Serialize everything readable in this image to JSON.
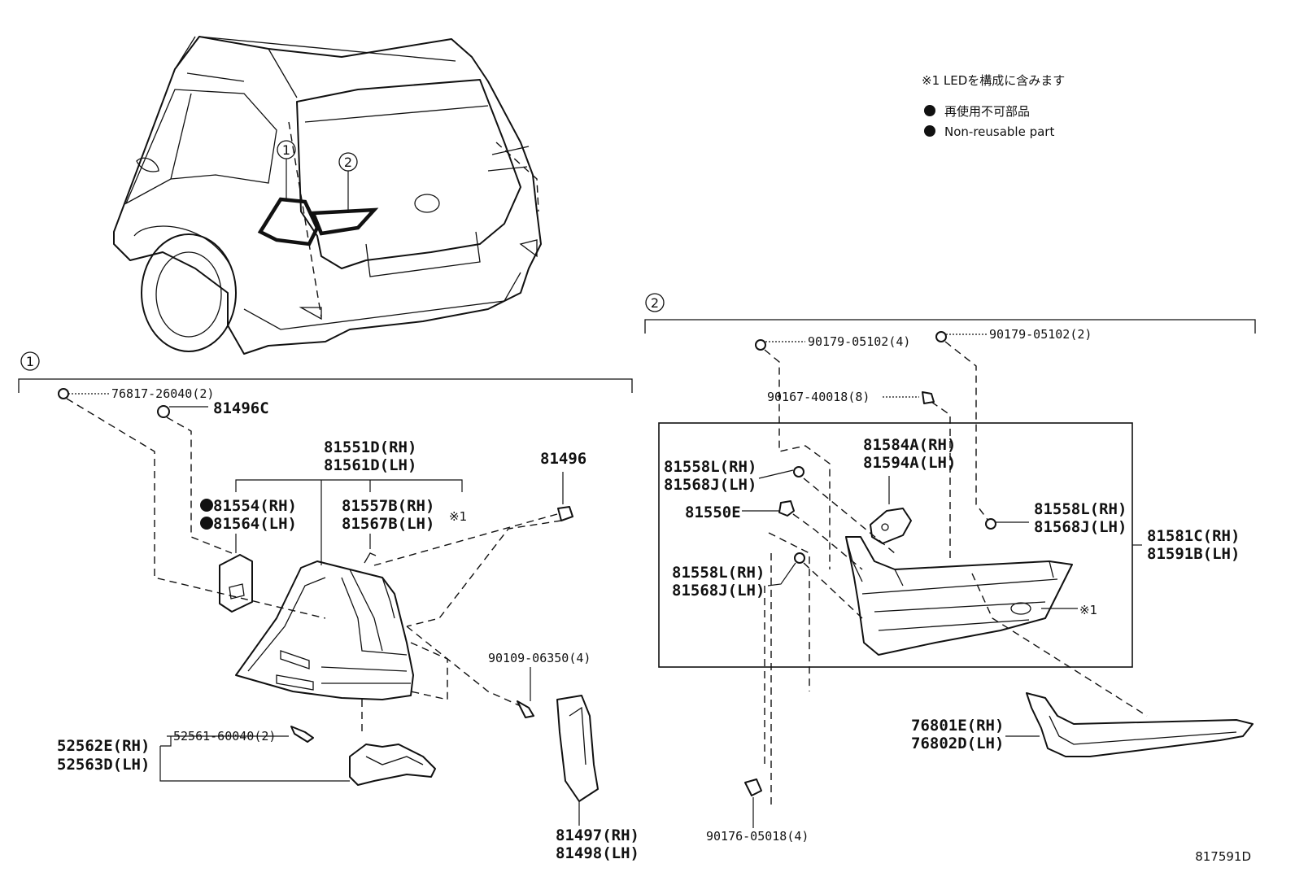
{
  "legend": {
    "note1": "※1 LEDを構成に含みます",
    "nonreusable_ja": "再使用不可部品",
    "nonreusable_en": "Non-reusable part"
  },
  "callouts": {
    "c1": "1",
    "c2": "2"
  },
  "sec1": {
    "p_76817": "76817-26040(2)",
    "p_81496C": "81496C",
    "p_81551D": "81551D(RH)",
    "p_81561D": "81561D(LH)",
    "p_81554": "81554(RH)",
    "p_81564": "81564(LH)",
    "p_81557B": "81557B(RH)",
    "p_81567B": "81567B(LH)",
    "note_x1": "※1",
    "p_81496": "81496",
    "p_90109": "90109-06350(4)",
    "p_52561": "52561-60040(2)",
    "p_52562E": "52562E(RH)",
    "p_52563D": "52563D(LH)",
    "p_81497": "81497(RH)",
    "p_81498": "81498(LH)"
  },
  "sec2": {
    "p_90179a": "90179-05102(4)",
    "p_90179b": "90179-05102(2)",
    "p_90167": "90167-40018(8)",
    "p_81584A": "81584A(RH)",
    "p_81594A": "81594A(LH)",
    "p_81558L_a": "81558L(RH)",
    "p_81568J_a": "81568J(LH)",
    "p_81550E": "81550E",
    "p_81558L_b": "81558L(RH)",
    "p_81568J_b": "81568J(LH)",
    "p_81558L_c": "81558L(RH)",
    "p_81568J_c": "81568J(LH)",
    "p_81581C": "81581C(RH)",
    "p_81591B": "81591B(LH)",
    "note_x1": "※1",
    "p_76801E": "76801E(RH)",
    "p_76802D": "76802D(LH)",
    "p_90176": "90176-05018(4)"
  },
  "diagram_id": "817591D"
}
